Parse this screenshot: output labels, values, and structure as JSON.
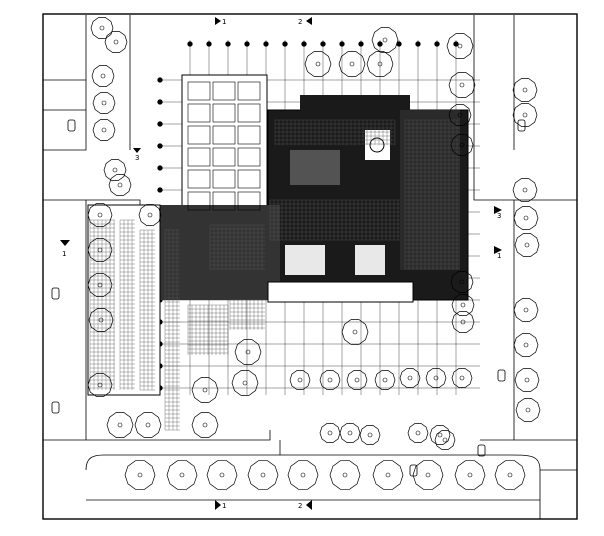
{
  "colors": {
    "background": "#ffffff",
    "ink": "#000000",
    "building_fill": "#1a1a1a",
    "hatch": "#555555"
  },
  "markers": {
    "north_top": "1",
    "north_top_b": "2",
    "south_bottom": "1",
    "south_bottom_b": "2",
    "left_mid": "3",
    "left_lower": "1",
    "right_mid": "3",
    "right_lower": "1"
  },
  "icons": [
    "section-marker-icon",
    "tree-symbol-icon",
    "car-icon"
  ]
}
